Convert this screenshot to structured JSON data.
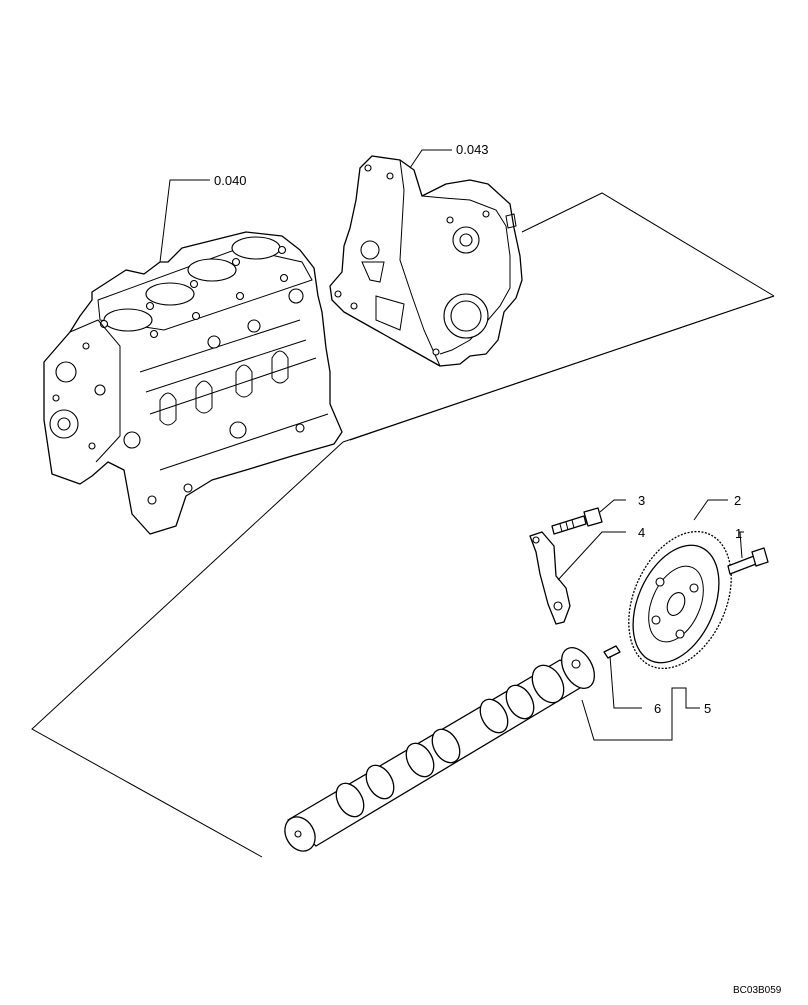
{
  "diagram": {
    "references": [
      {
        "id": "engine-block",
        "label": "0.040"
      },
      {
        "id": "timing-cover",
        "label": "0.043"
      }
    ],
    "callouts": [
      {
        "id": "bolt-1",
        "label": "1"
      },
      {
        "id": "gear-2",
        "label": "2"
      },
      {
        "id": "bolt-3",
        "label": "3"
      },
      {
        "id": "plate-4",
        "label": "4"
      },
      {
        "id": "camshaft-assembly-5",
        "label": "5"
      },
      {
        "id": "pin-6",
        "label": "6"
      }
    ],
    "drawing_code": "BC03B059"
  }
}
